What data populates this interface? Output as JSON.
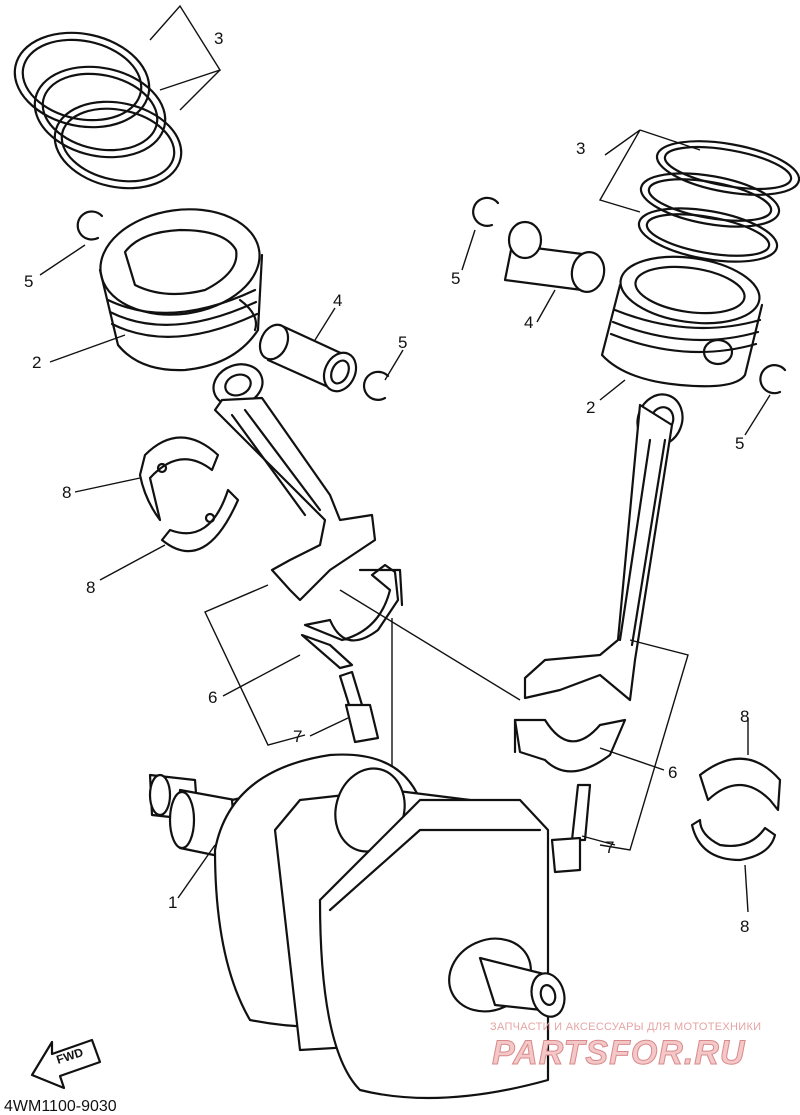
{
  "diagram_code": "4WM1100-9030",
  "fwd_label": "FWD",
  "watermark": {
    "subtitle": "ЗАПЧАСТИ И АКСЕССУАРЫ ДЛЯ МОТОТЕХНИКИ",
    "brand": "PARTSFOR.RU"
  },
  "callouts": [
    "1",
    "2",
    "3",
    "4",
    "5",
    "6",
    "7",
    "8"
  ]
}
